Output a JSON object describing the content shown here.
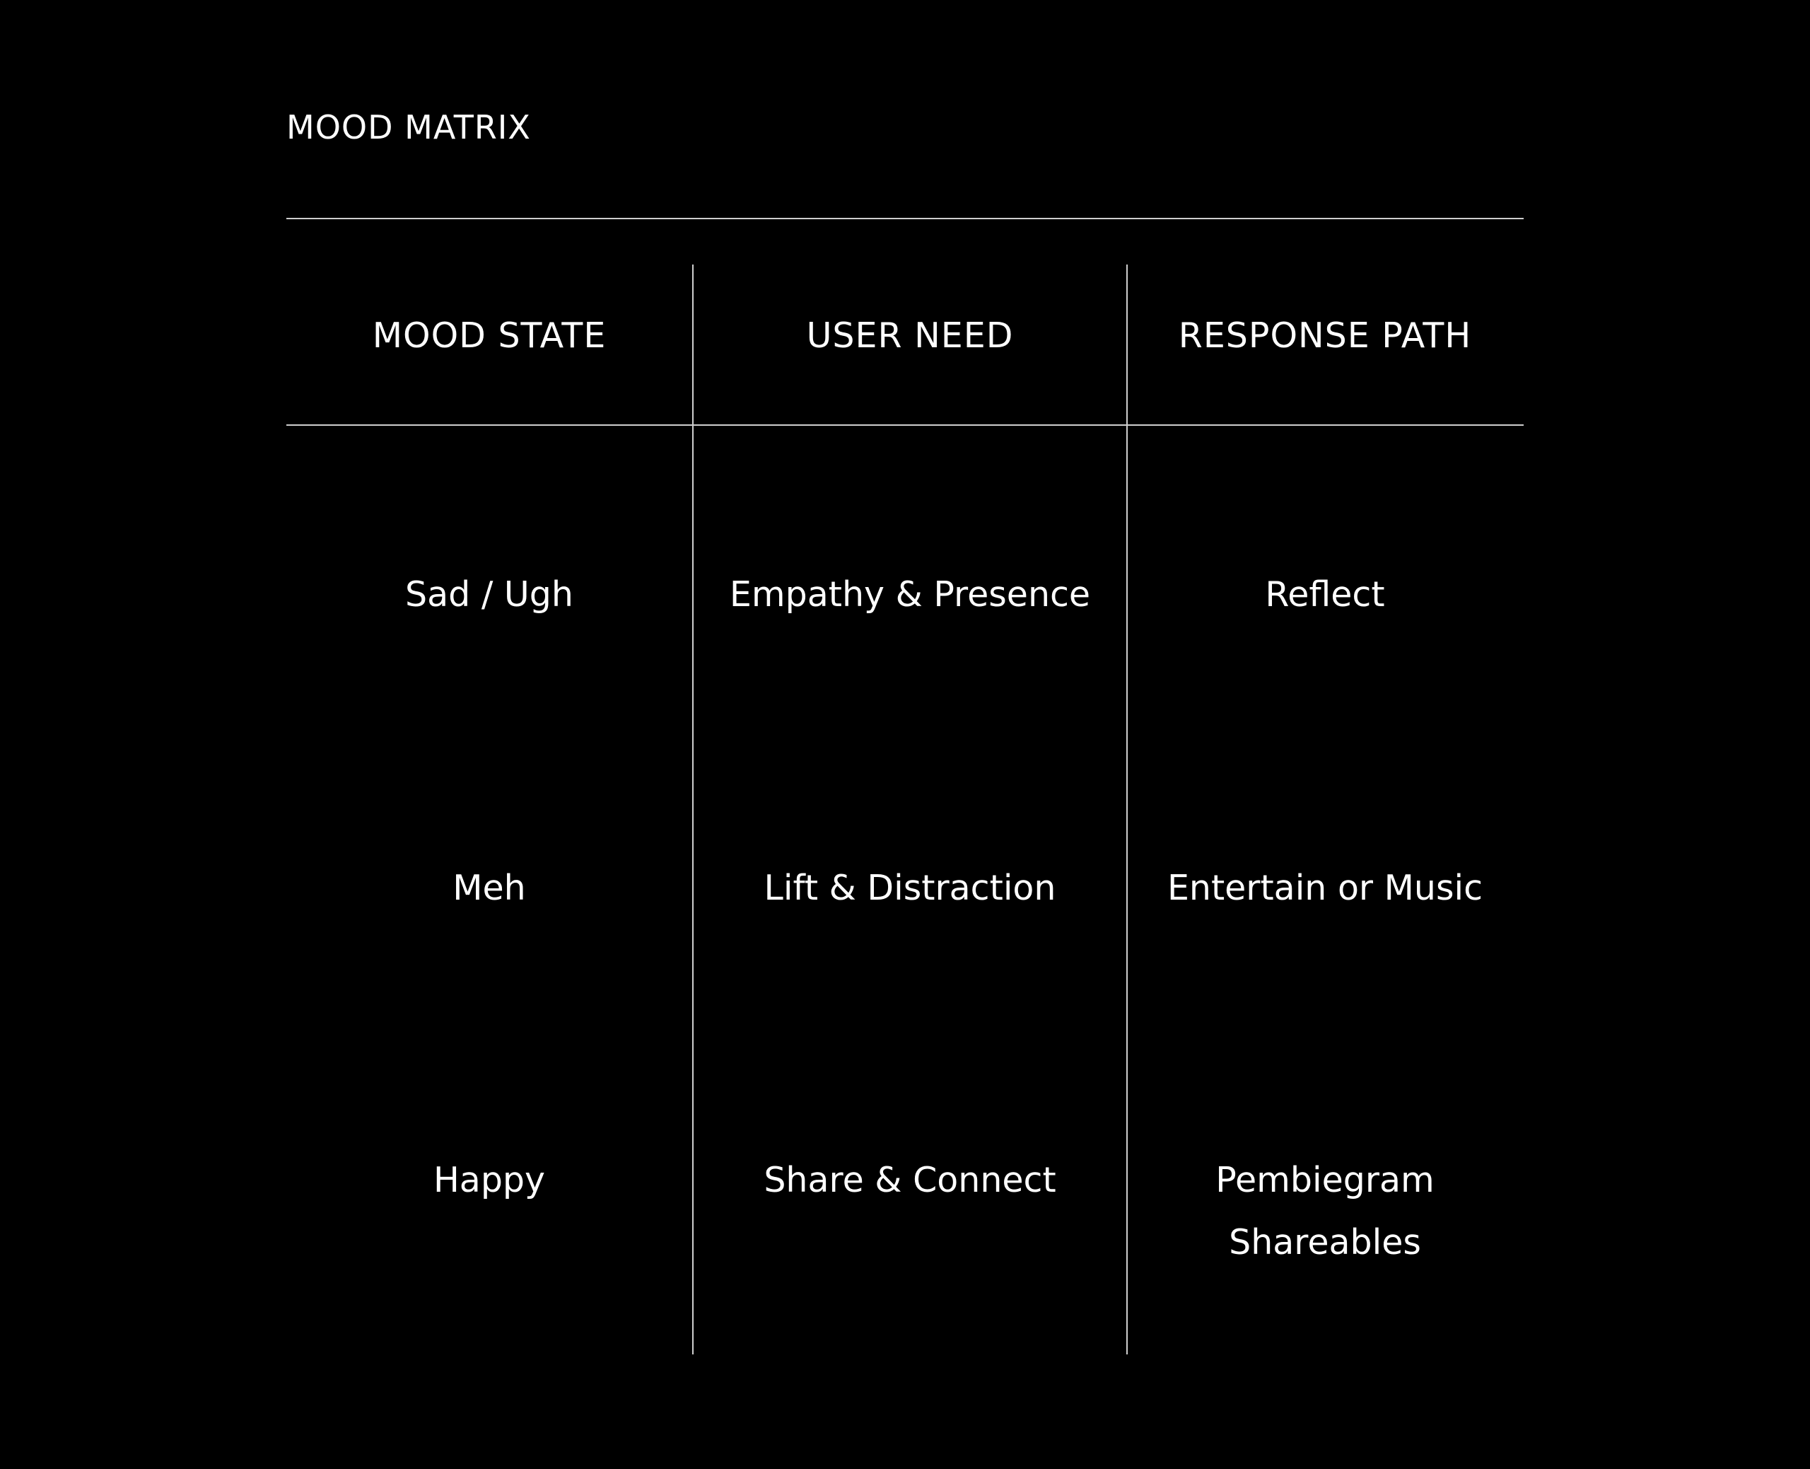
{
  "title": "MOOD MATRIX",
  "headers": [
    "MOOD STATE",
    "USER NEED",
    "RESPONSE PATH"
  ],
  "rows": [
    {
      "mood": "Sad / Ugh",
      "need": "Empathy & Presence",
      "response": [
        "Reflect"
      ]
    },
    {
      "mood": "Meh",
      "need": "Lift & Distraction",
      "response": [
        "Entertain or Music"
      ]
    },
    {
      "mood": "Happy",
      "need": "Share & Connect",
      "response": [
        "Pembiegram",
        "Shareables"
      ]
    }
  ]
}
